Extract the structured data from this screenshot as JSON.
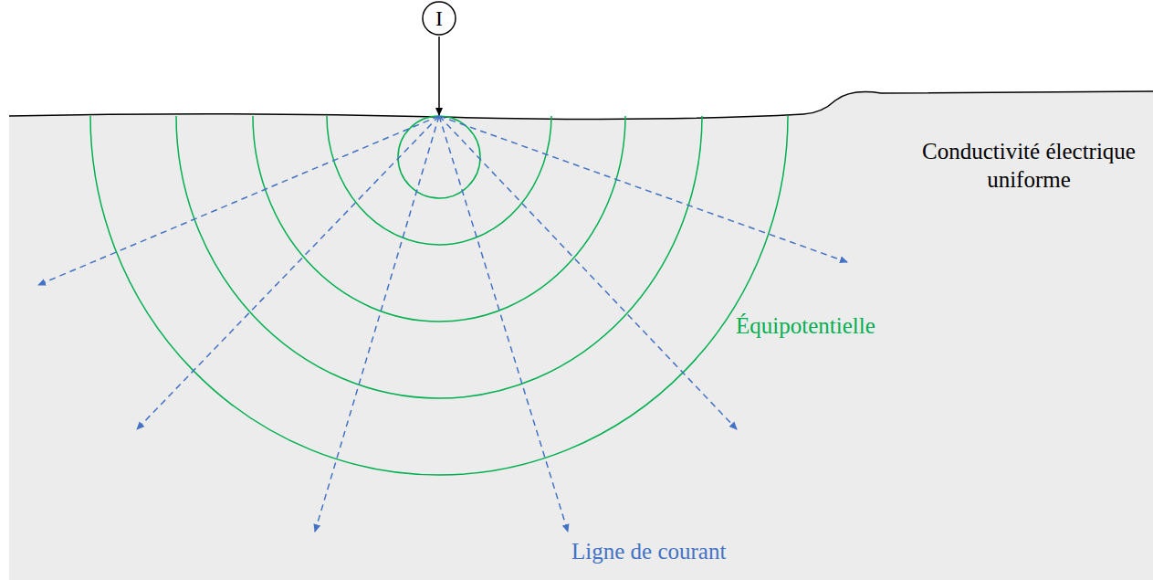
{
  "diagram": {
    "nodes": [
      {
        "text": [
          "I"
        ]
      }
    ],
    "labels": [
      "Conductivité électrique uniforme",
      "Équipotentielle",
      "Ligne de courant"
    ]
  }
}
